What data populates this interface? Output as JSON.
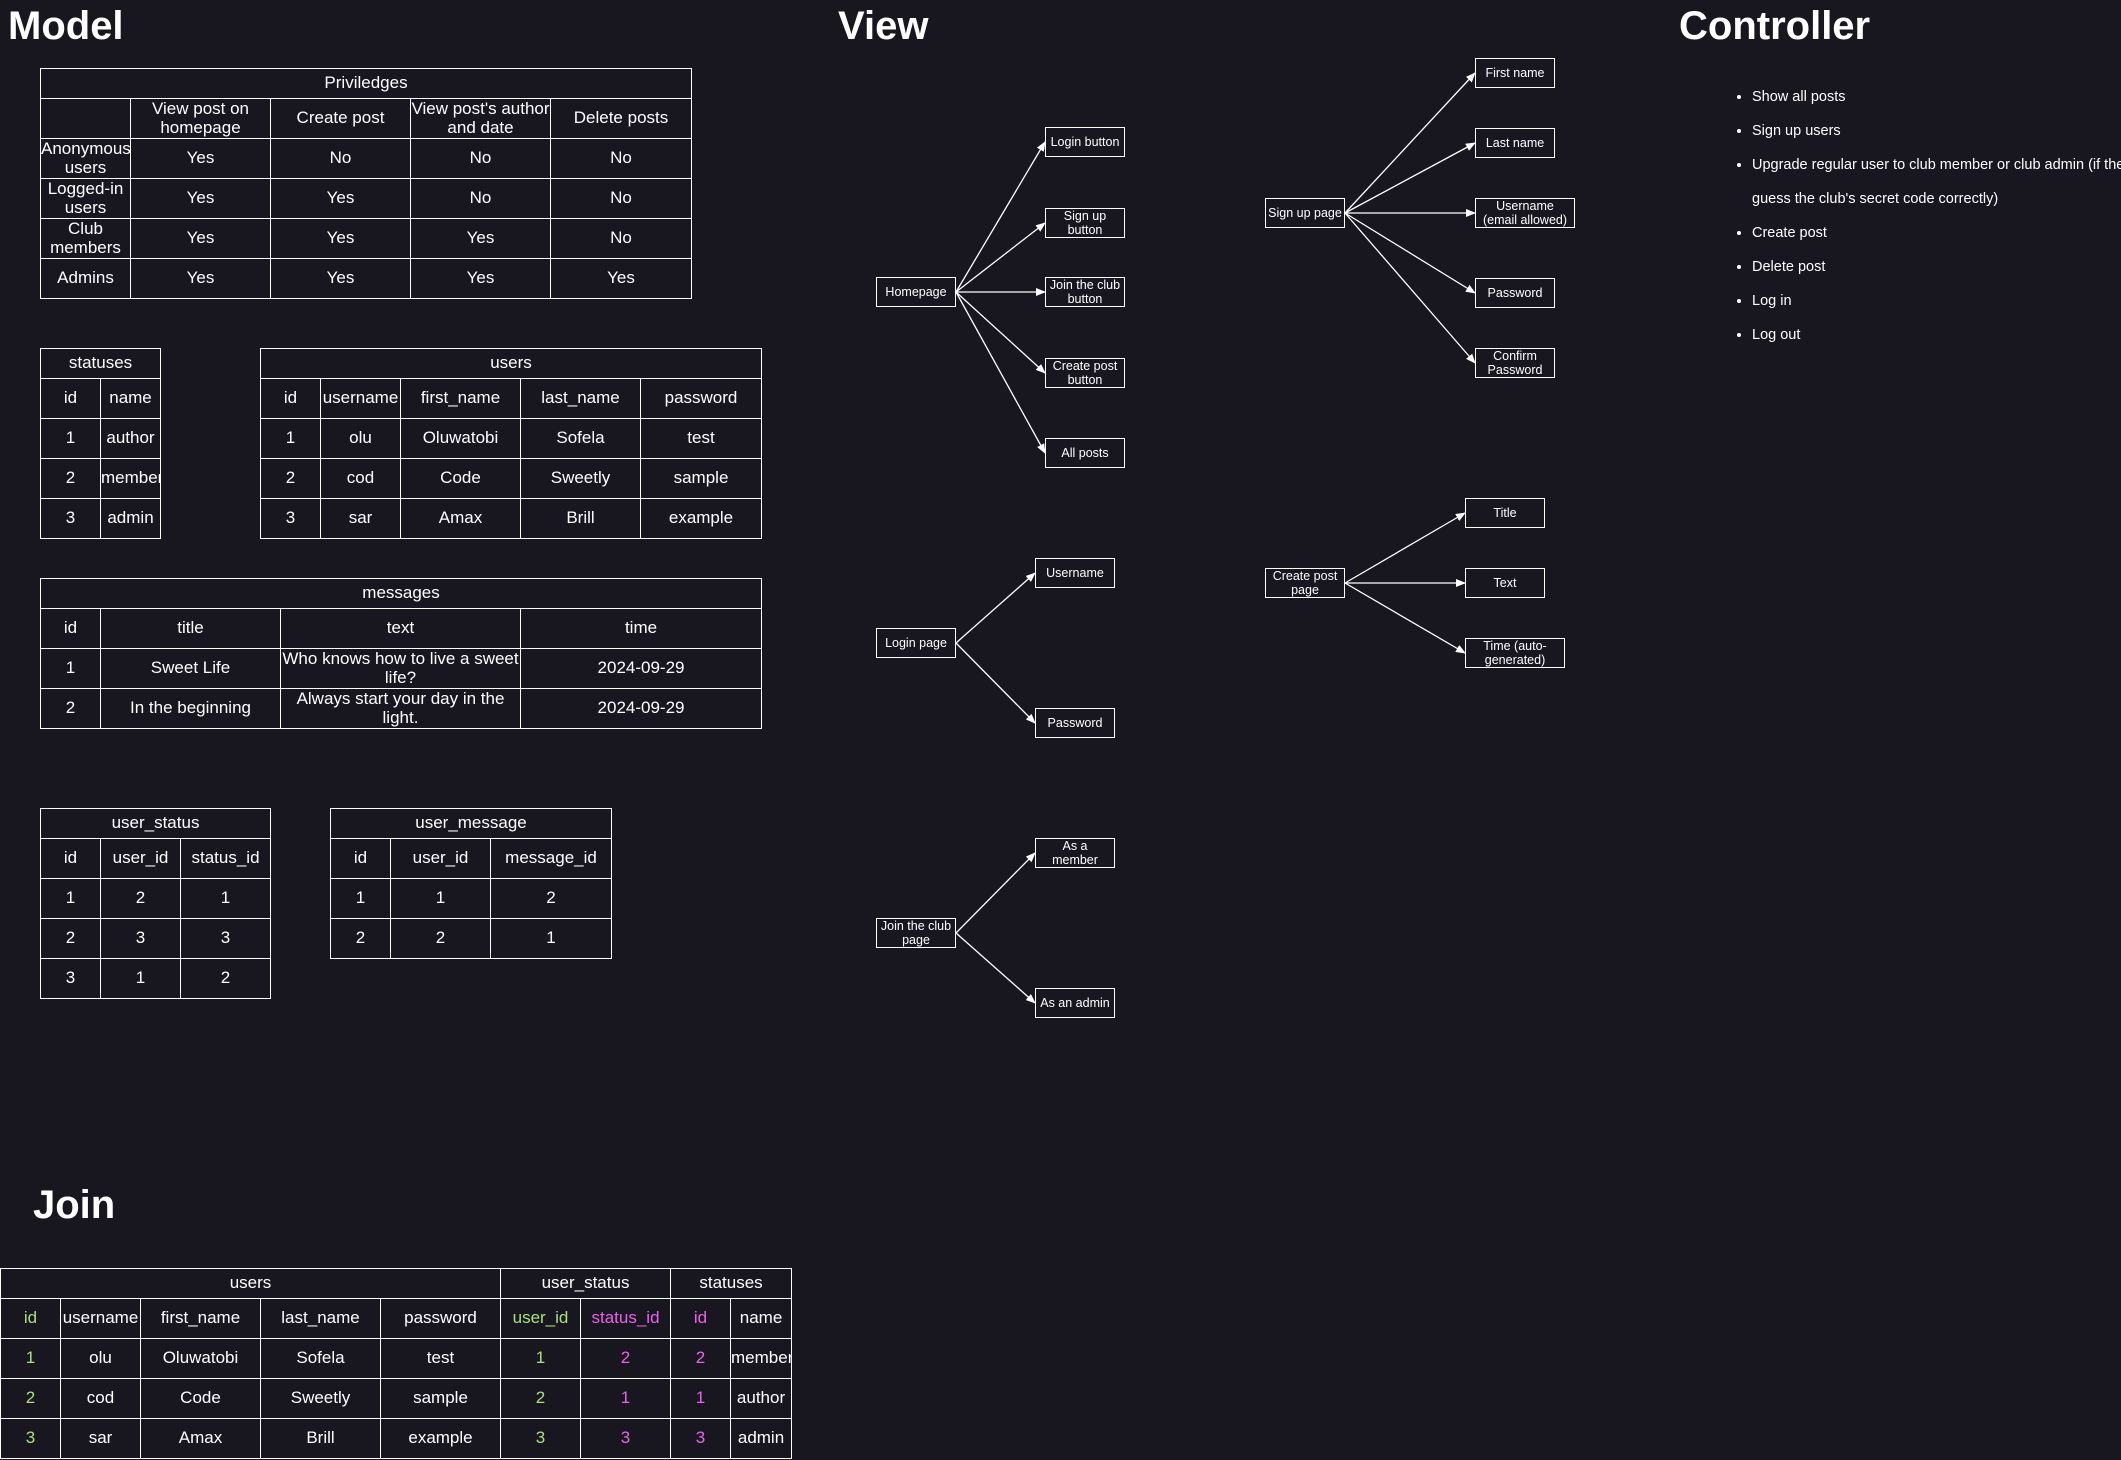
{
  "sections": {
    "model": "Model",
    "view": "View",
    "controller": "Controller",
    "join": "Join"
  },
  "privileges": {
    "title": "Priviledges",
    "columns": [
      "View post on homepage",
      "Create post",
      "View post's author and date",
      "Delete posts"
    ],
    "rows": [
      {
        "label": "Anonymous users",
        "values": [
          "Yes",
          "No",
          "No",
          "No"
        ]
      },
      {
        "label": "Logged-in users",
        "values": [
          "Yes",
          "Yes",
          "No",
          "No"
        ]
      },
      {
        "label": "Club members",
        "values": [
          "Yes",
          "Yes",
          "Yes",
          "No"
        ]
      },
      {
        "label": "Admins",
        "values": [
          "Yes",
          "Yes",
          "Yes",
          "Yes"
        ]
      }
    ]
  },
  "statuses": {
    "title": "statuses",
    "columns": [
      "id",
      "name"
    ],
    "rows": [
      [
        "1",
        "author"
      ],
      [
        "2",
        "member"
      ],
      [
        "3",
        "admin"
      ]
    ]
  },
  "users": {
    "title": "users",
    "columns": [
      "id",
      "username",
      "first_name",
      "last_name",
      "password"
    ],
    "rows": [
      [
        "1",
        "olu",
        "Oluwatobi",
        "Sofela",
        "test"
      ],
      [
        "2",
        "cod",
        "Code",
        "Sweetly",
        "sample"
      ],
      [
        "3",
        "sar",
        "Amax",
        "Brill",
        "example"
      ]
    ]
  },
  "messages": {
    "title": "messages",
    "columns": [
      "id",
      "title",
      "text",
      "time"
    ],
    "rows": [
      [
        "1",
        "Sweet Life",
        "Who knows how to live a sweet life?",
        "2024-09-29"
      ],
      [
        "2",
        "In the beginning",
        "Always start your day in the light.",
        "2024-09-29"
      ]
    ]
  },
  "user_status": {
    "title": "user_status",
    "columns": [
      "id",
      "user_id",
      "status_id"
    ],
    "rows": [
      [
        "1",
        "2",
        "1"
      ],
      [
        "2",
        "3",
        "3"
      ],
      [
        "3",
        "1",
        "2"
      ]
    ]
  },
  "user_message": {
    "title": "user_message",
    "columns": [
      "id",
      "user_id",
      "message_id"
    ],
    "rows": [
      [
        "1",
        "1",
        "2"
      ],
      [
        "2",
        "2",
        "1"
      ]
    ]
  },
  "join": {
    "groups": [
      "users",
      "user_status",
      "statuses"
    ],
    "columns": [
      "id",
      "username",
      "first_name",
      "last_name",
      "password",
      "user_id",
      "status_id",
      "id",
      "name"
    ],
    "rows": [
      [
        "1",
        "olu",
        "Oluwatobi",
        "Sofela",
        "test",
        "1",
        "2",
        "2",
        "member"
      ],
      [
        "2",
        "cod",
        "Code",
        "Sweetly",
        "sample",
        "2",
        "1",
        "1",
        "author"
      ],
      [
        "3",
        "sar",
        "Amax",
        "Brill",
        "example",
        "3",
        "3",
        "3",
        "admin"
      ]
    ]
  },
  "colors": {
    "background": "#18161f",
    "foreground": "#ffffff",
    "user_id_highlight": "#a6e27a",
    "status_id_highlight": "#ef5fef"
  },
  "view": {
    "homepage": {
      "label": "Homepage",
      "children": [
        "Login button",
        "Sign up button",
        "Join the club button",
        "Create post button",
        "All posts"
      ]
    },
    "login": {
      "label": "Login page",
      "children": [
        "Username",
        "Password"
      ]
    },
    "join_club": {
      "label": "Join the club page",
      "children": [
        "As a member",
        "As an admin"
      ]
    },
    "signup": {
      "label": "Sign up page",
      "children": [
        "First name",
        "Last name",
        "Username (email allowed)",
        "Password",
        "Confirm Password"
      ]
    },
    "create_post": {
      "label": "Create post page",
      "children": [
        "Title",
        "Text",
        "Time (auto-generated)"
      ]
    }
  },
  "controller": {
    "items": [
      "Show all posts",
      "Sign up users",
      "Upgrade regular user to club member or club admin (if they guess the club's secret code correctly)",
      "Create post",
      "Delete post",
      "Log in",
      "Log out"
    ]
  }
}
